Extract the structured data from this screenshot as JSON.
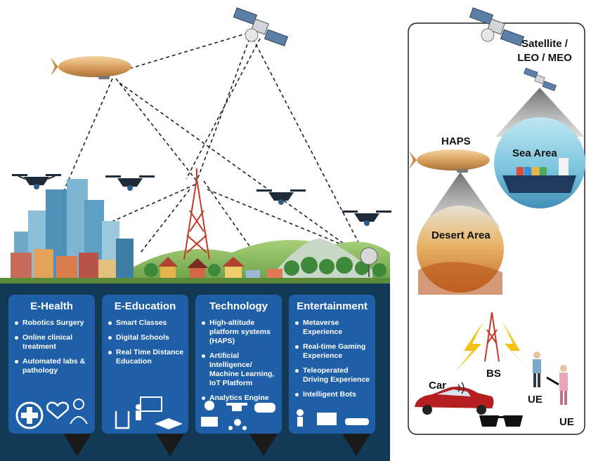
{
  "cards": [
    {
      "title": "E-Health",
      "items": [
        "Robotics Surgery",
        "Online clinical treatment",
        "Automated labs & pathology"
      ]
    },
    {
      "title": "E-Education",
      "items": [
        "Smart Classes",
        "Digital Schools",
        "Real Time Distance Education"
      ]
    },
    {
      "title": "Technology",
      "items": [
        "High-altitude platform systems (HAPS)",
        "Artificial Intelligence/ Machine Learning, IoT Platform",
        "Analytics Engine"
      ]
    },
    {
      "title": "Entertainment",
      "items": [
        "Metaverse Experience",
        "Real-time Gaming Experience",
        "Teleoperated Driving Experience",
        "Intelligent Bots"
      ]
    }
  ],
  "right_panel": {
    "satellite_label": "Satellite / LEO / MEO",
    "haps_label": "HAPS",
    "sea_label": "Sea Area",
    "desert_label": "Desert Area",
    "bs_label": "BS",
    "car_label": "Car",
    "ue1_label": "UE",
    "ue2_label": "UE"
  },
  "colors": {
    "card_blue": "#1f5fa8",
    "ground_dark": "#123a56",
    "blimp": "#d9a25f",
    "lightning": "#f2c216",
    "tower_red": "#c0392b",
    "car_red": "#b51f1f"
  },
  "icons": [
    "satellite-icon",
    "airship-icon",
    "drone-icon",
    "tower-icon",
    "dish-icon",
    "medical-cross-icon",
    "heart-icon",
    "doctor-icon",
    "teacher-icon",
    "graduation-cap-icon",
    "lab-beaker-icon",
    "person-laptop-icon",
    "vr-headset-icon",
    "network-icon",
    "bot-icon",
    "sunglasses-icon",
    "car-icon",
    "lightning-icon"
  ]
}
